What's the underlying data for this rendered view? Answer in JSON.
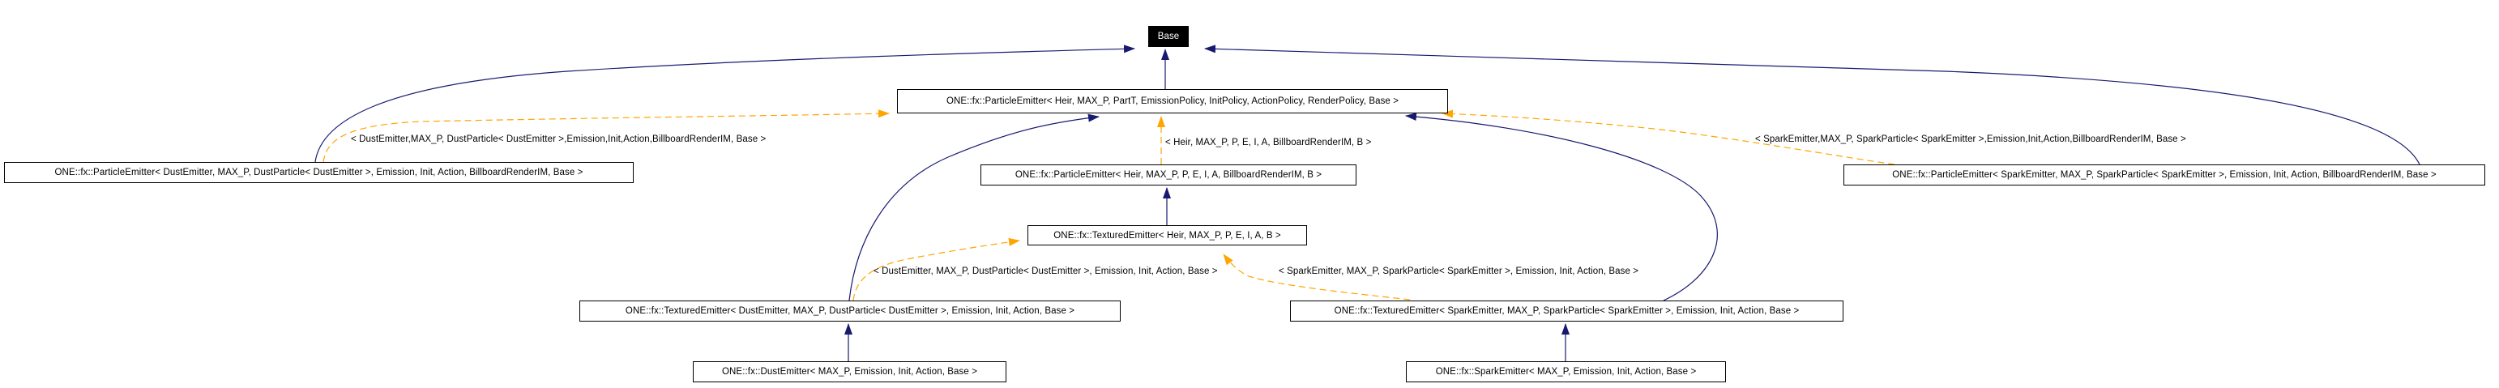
{
  "diagram": {
    "type": "class-inheritance-diagram",
    "colors": {
      "background": "#ffffff",
      "inheritance_edge": "#191970",
      "template_instance_edge": "#ffa500",
      "node_border": "#000000",
      "node_background": "#ffffff",
      "focus_node_background": "#000000",
      "focus_node_text": "#ffffff"
    },
    "nodes": {
      "base": {
        "label": "Base"
      },
      "particle_emitter_generic": {
        "label": "ONE::fx::ParticleEmitter< Heir, MAX_P, PartT, EmissionPolicy, InitPolicy, ActionPolicy, RenderPolicy, Base >"
      },
      "particle_emitter_dust": {
        "label": "ONE::fx::ParticleEmitter< DustEmitter, MAX_P, DustParticle< DustEmitter >, Emission, Init, Action, BillboardRenderIM, Base >"
      },
      "particle_emitter_heir": {
        "label": "ONE::fx::ParticleEmitter< Heir, MAX_P, P, E, I, A, BillboardRenderIM, B >"
      },
      "particle_emitter_spark": {
        "label": "ONE::fx::ParticleEmitter< SparkEmitter, MAX_P, SparkParticle< SparkEmitter >, Emission, Init, Action, BillboardRenderIM, Base >"
      },
      "textured_emitter_generic": {
        "label": "ONE::fx::TexturedEmitter< Heir, MAX_P, P, E, I, A, B >"
      },
      "textured_emitter_dust": {
        "label": "ONE::fx::TexturedEmitter< DustEmitter, MAX_P, DustParticle< DustEmitter >, Emission, Init, Action, Base >"
      },
      "textured_emitter_spark": {
        "label": "ONE::fx::TexturedEmitter< SparkEmitter, MAX_P, SparkParticle< SparkEmitter >, Emission, Init, Action, Base >"
      },
      "dust_emitter": {
        "label": "ONE::fx::DustEmitter< MAX_P, Emission, Init, Action, Base >"
      },
      "spark_emitter": {
        "label": "ONE::fx::SparkEmitter< MAX_P, Emission, Init, Action, Base >"
      }
    },
    "edge_labels": {
      "dust_particle_args": {
        "label": "< DustEmitter,MAX_P, DustParticle< DustEmitter >,Emission,Init,Action,BillboardRenderIM, Base >"
      },
      "spark_particle_args": {
        "label": "< SparkEmitter,MAX_P, SparkParticle< SparkEmitter >,Emission,Init,Action,BillboardRenderIM, Base >"
      },
      "heir_particle_args": {
        "label": "< Heir, MAX_P, P, E, I, A, BillboardRenderIM, B >"
      },
      "dust_textured_args": {
        "label": "< DustEmitter, MAX_P, DustParticle< DustEmitter >, Emission, Init, Action, Base >"
      },
      "spark_textured_args": {
        "label": "< SparkEmitter, MAX_P, SparkParticle< SparkEmitter >, Emission, Init, Action, Base >"
      }
    }
  }
}
